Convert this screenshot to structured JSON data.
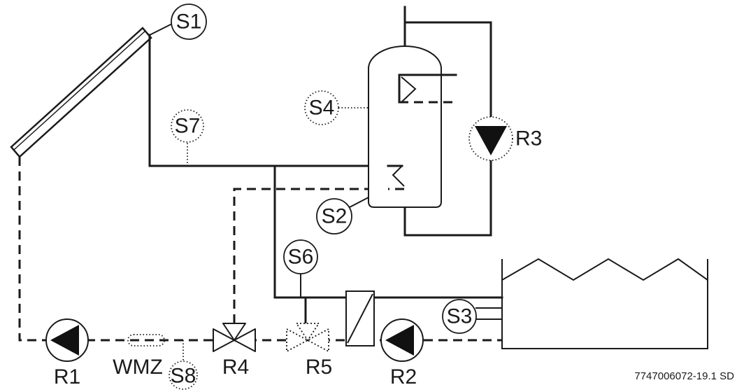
{
  "sensors": {
    "s1": "S1",
    "s2": "S2",
    "s3": "S3",
    "s4": "S4",
    "s6": "S6",
    "s7": "S7",
    "s8": "S8"
  },
  "actuators": {
    "r1": "R1",
    "r2": "R2",
    "r3": "R3",
    "r4": "R4",
    "r5": "R5"
  },
  "heat_meter": "WMZ",
  "reference_code": "7747006072-19.1 SD"
}
